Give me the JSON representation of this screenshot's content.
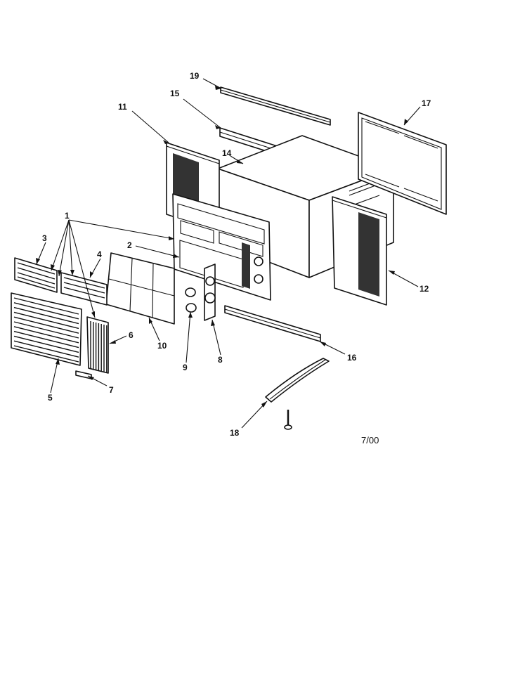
{
  "callouts": {
    "c1": "1",
    "c2": "2",
    "c3": "3",
    "c4": "4",
    "c5": "5",
    "c6": "6",
    "c7": "7",
    "c8": "8",
    "c9": "9",
    "c10": "10",
    "c11": "11",
    "c12": "12",
    "c14": "14",
    "c15": "15",
    "c16": "16",
    "c17": "17",
    "c18": "18",
    "c19": "19"
  },
  "revision_date": "7/00"
}
